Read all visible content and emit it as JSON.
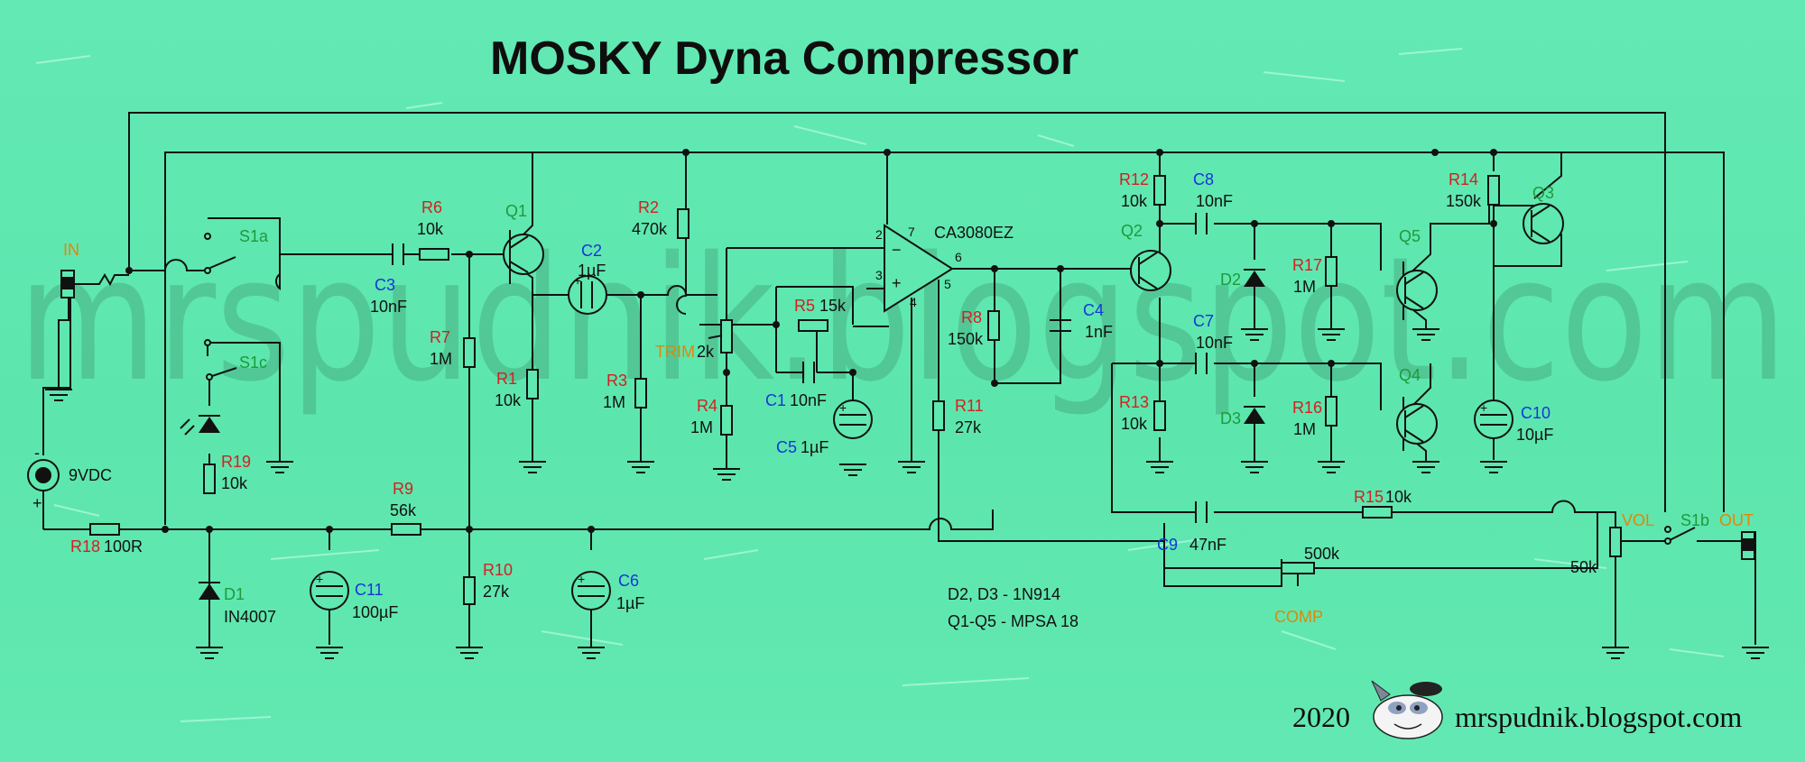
{
  "title": "MOSKY Dyna Compressor",
  "watermark": "mrspudnik.blogspot.com",
  "footer": {
    "year": "2020",
    "site": "mrspudnik.blogspot.com"
  },
  "notes": [
    "D2, D3 - 1N914",
    "Q1-Q5 - MPSA 18"
  ],
  "labels": {
    "in": "IN",
    "out": "OUT",
    "vol": "VOL",
    "comp": "COMP",
    "trim": "TRIM",
    "power": "9VDC",
    "minus": "-",
    "plus": "+",
    "s1a": "S1a",
    "s1b": "S1b",
    "s1c": "S1c",
    "ic": "CA3080EZ",
    "pin7": "7",
    "pin2": "2",
    "pin3": "3",
    "pin6": "6",
    "pin4": "4",
    "pin5": "5",
    "in_minus": "−",
    "in_plus": "+"
  },
  "resistors": {
    "R1": "10k",
    "R2": "470k",
    "R3": "1M",
    "R4": "1M",
    "R5": "15k",
    "R6": "10k",
    "R7": "1M",
    "R8": "150k",
    "R9": "56k",
    "R10": "27k",
    "R11": "27k",
    "R12": "10k",
    "R13": "10k",
    "R14": "150k",
    "R15": "10k",
    "R16": "1M",
    "R17": "1M",
    "R18": "100R",
    "R19": "10k",
    "TRIM": "2k",
    "COMP": "500k",
    "VOL": "50k"
  },
  "capacitors": {
    "C1": "10nF",
    "C2": "1µF",
    "C3": "10nF",
    "C4": "1nF",
    "C5": "1µF",
    "C6": "1µF",
    "C7": "10nF",
    "C8": "10nF",
    "C9": "47nF",
    "C10": "10µF",
    "C11": "100µF"
  },
  "semis": {
    "D1": "IN4007",
    "D2": "D2",
    "D3": "D3",
    "Q1": "Q1",
    "Q2": "Q2",
    "Q3": "Q3",
    "Q4": "Q4",
    "Q5": "Q5"
  }
}
